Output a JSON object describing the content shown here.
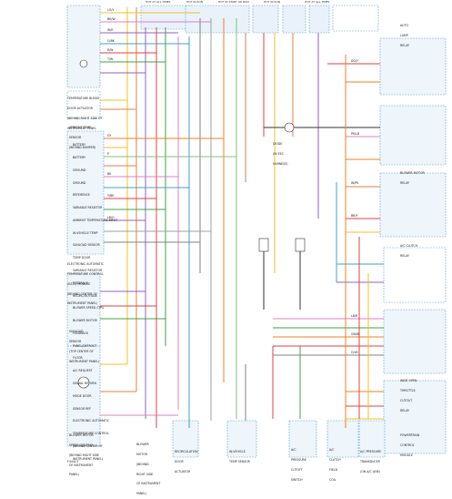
{
  "diagram": {
    "fuse_panel_headers": [
      "HOT AT ALL TIMES",
      "HOT IN RUN",
      "HOT IN START OR RUN",
      "HOT IN RUN",
      "HOT AT ALL TIMES"
    ],
    "top_left_box": {
      "labels": [
        "TEMPERATURE BLEND",
        "DOOR ACTUATOR",
        "(BEHIND RIGHT SIDE OF",
        "INSTRUMENT PANEL",
        "BEHIND HVAC",
        "ASSEMBLY)"
      ]
    },
    "ambient_sensor": [
      "AMBIENT TEMP",
      "SENSOR",
      "(BEHIND BUMPER)"
    ],
    "eatc_module_labels": [
      "BATTERY",
      "BATTERY",
      "GROUND",
      "GROUND",
      "REFERENCE",
      "VARIABLE RESISTOR",
      "AMBIENT TEMPERATURE INPUT",
      "IN-VEHICLE TEMP",
      "SUNLOAD SENSOR",
      "TEMP DOOR",
      "VARIABLE RESISTOR",
      "FEEDBACK",
      "RECIRC/OUTSIDE",
      "BLOWER SPEED CTRL",
      "BLOWER MOTOR",
      "FEEDBACK",
      "PANEL/DEFROST",
      "FLOOR",
      "A/C REQUEST",
      "SIGNAL RETURN",
      "MODE DOOR",
      "SENSOR REF",
      "ELECTRONIC AUTOMATIC",
      "TEMPERATURE CONTROL",
      "(BEHIND CENTER OF",
      "INSTRUMENT PANEL)"
    ],
    "eatc_title": [
      "ELECTRONIC AUTOMATIC",
      "TEMPERATURE CONTROL",
      "(EATC) MODULE",
      "(BEHIND CENTER OF",
      "INSTRUMENT PANEL)"
    ],
    "sunload_sensor": [
      "SUNLOAD",
      "SENSOR",
      "(TOP CENTER OF",
      "INSTRUMENT PANEL)"
    ],
    "blower_motor_speed": [
      "BLOWER MOTOR",
      "SPEED CONTROL",
      "(BEHIND RIGHT SIDE",
      "OF INSTRUMENT",
      "PANEL)"
    ],
    "blower_motor": [
      "BLOWER",
      "MOTOR",
      "(BEHIND",
      "RIGHT SIDE",
      "OF INSTRUMENT",
      "PANEL)"
    ],
    "right_components": [
      [
        "AUTO",
        "LAMP",
        "RELAY"
      ],
      [
        "BLOWER MOTOR",
        "RELAY"
      ],
      [
        "A/C CLUTCH",
        "RELAY"
      ],
      [
        "WIDE OPEN",
        "THROTTLE",
        "CUTOUT",
        "RELAY"
      ]
    ],
    "diode": [
      "DIODE",
      "(IN EEC",
      "HARNESS)"
    ],
    "bottom_components": [
      [
        "RECIRCULATION",
        "DOOR",
        "ACTUATOR"
      ],
      [
        "IN-VEHICLE",
        "TEMP SENSOR"
      ],
      [
        "A/C",
        "PRESSURE",
        "CUTOFF",
        "SWITCH"
      ],
      [
        "A/C",
        "CLUTCH",
        "FIELD",
        "COIL"
      ],
      [
        "A/C PRESSURE",
        "TRANSDUCER",
        "(ON A/C LINE)"
      ],
      [
        "POWERTRAIN",
        "CONTROL",
        "MODULE"
      ]
    ],
    "wire_codes": [
      "LG/Y",
      "BK/W",
      "W/R",
      "O/BK",
      "R/W",
      "T/W",
      "GY",
      "P",
      "BK",
      "Y/BK",
      "LB/O",
      "DG/Y",
      "PK/LB",
      "W/PK",
      "BR/Y",
      "LB/R",
      "GN/W",
      "O/LB"
    ],
    "page_id": "F44413"
  }
}
